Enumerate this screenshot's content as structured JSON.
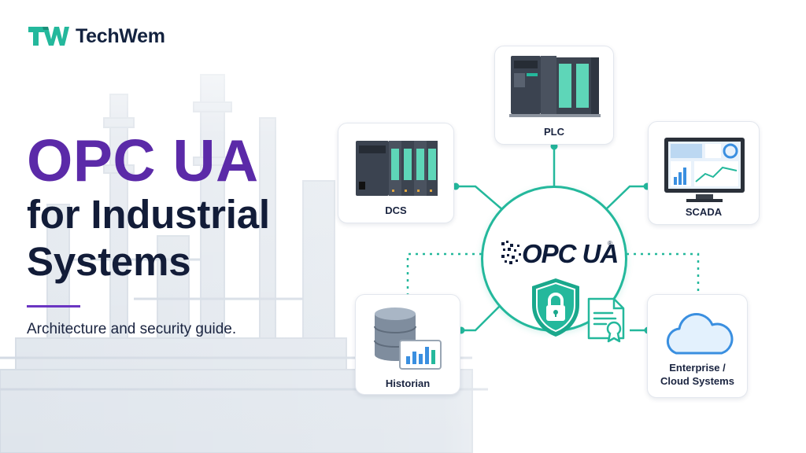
{
  "brand": {
    "name": "TechWem",
    "logo_letters": "TW"
  },
  "hero": {
    "title": "OPC UA",
    "subtitle_line": "for Industrial\nSystems",
    "description": "Architecture and security guide."
  },
  "diagram": {
    "hub_label": "OPC UA",
    "hub_registered": "®",
    "nodes": {
      "plc": "PLC",
      "dcs": "DCS",
      "scada": "SCADA",
      "historian": "Historian",
      "cloud": "Enterprise /\nCloud Systems"
    }
  },
  "colors": {
    "accent_purple": "#5b2aa8",
    "navy": "#121c38",
    "teal": "#24b89c",
    "cloud_blue": "#3a8fe0"
  },
  "icons": [
    "techwem-logo",
    "plc-icon",
    "dcs-icon",
    "scada-monitor-icon",
    "database-icon",
    "cloud-icon",
    "shield-lock-icon",
    "certificate-icon"
  ]
}
